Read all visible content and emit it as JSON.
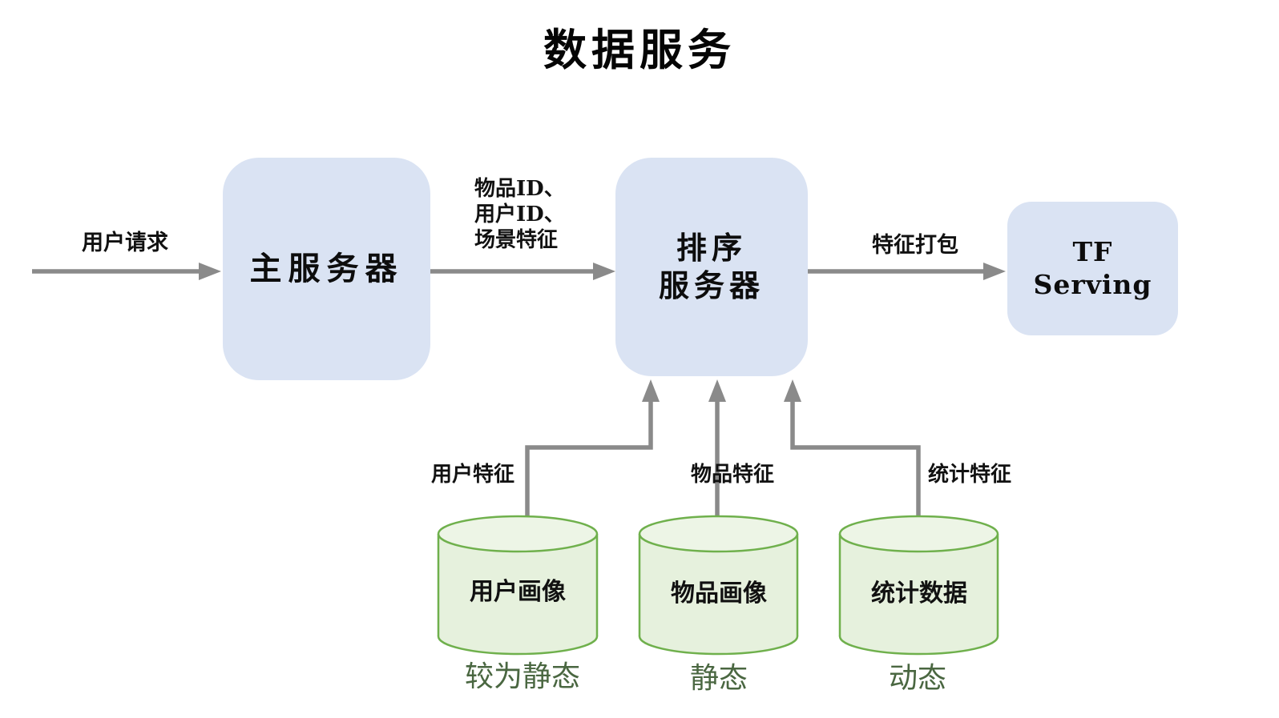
{
  "title": "数据服务",
  "nodes": {
    "main_server": {
      "label": "主服务器"
    },
    "ranking_server": {
      "label": "排序\n服务器"
    },
    "tf_serving": {
      "label": "TF\nServing"
    }
  },
  "edges": {
    "user_request": {
      "label": "用户请求"
    },
    "request_payload": {
      "label": "物品ID、\n用户ID、\n场景特征"
    },
    "feature_pack": {
      "label": "特征打包"
    },
    "user_features": {
      "label": "用户特征"
    },
    "item_features": {
      "label": "物品特征"
    },
    "stat_features": {
      "label": "统计特征"
    }
  },
  "databases": [
    {
      "label": "用户画像",
      "caption": "较为静态"
    },
    {
      "label": "物品画像",
      "caption": "静态"
    },
    {
      "label": "统计数据",
      "caption": "动态"
    }
  ],
  "colors": {
    "node_fill": "#dae3f3",
    "cylinder_fill": "#e6f1dd",
    "cylinder_top_fill": "#edf5e6",
    "cylinder_stroke": "#6fb04c",
    "arrow": "#8a8a8a",
    "caption_text": "#4a6741",
    "text": "#111111"
  }
}
